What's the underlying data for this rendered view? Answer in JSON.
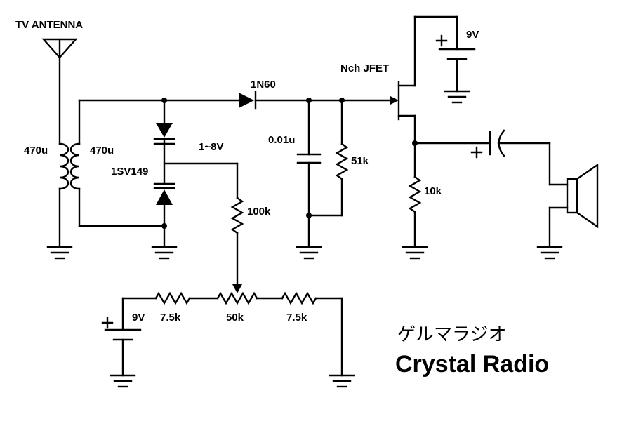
{
  "labels": {
    "antenna": "TV ANTENNA",
    "coil_primary": "470u",
    "coil_secondary": "470u",
    "varicap": "1SV149",
    "bias_range": "1~8V",
    "diode": "1N60",
    "cap": "0.01u",
    "r_load": "51k",
    "r_bias": "100k",
    "jfet": "Nch JFET",
    "r_drain": "10k",
    "batt_main": "9V",
    "batt_bias": "9V",
    "r_div_left": "7.5k",
    "pot": "50k",
    "r_div_right": "7.5k"
  },
  "title_jp": "ゲルマラジオ",
  "title_en": "Crystal Radio"
}
